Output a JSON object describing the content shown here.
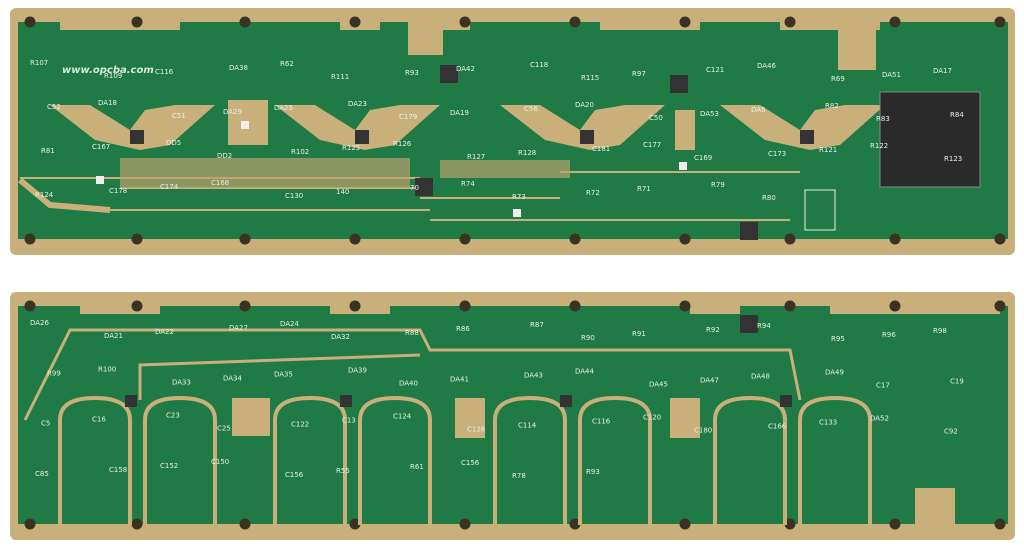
{
  "watermark": "www.opcba.com",
  "colors": {
    "substrate": "#1f7a45",
    "copper_gold": "#c9b07a",
    "hole": "#3a3324",
    "silkscreen": "#e8efe8"
  },
  "top_board": {
    "labels": [
      "R107",
      "R109",
      "C116",
      "DA38",
      "R62",
      "R111",
      "R93",
      "DA42",
      "C118",
      "R115",
      "R97",
      "C121",
      "DA46",
      "R69",
      "DA51",
      "DA17",
      "C52",
      "DA18",
      "C51",
      "DA29",
      "DA25",
      "DA23",
      "C179",
      "DA19",
      "C56",
      "DA20",
      "C50",
      "DA53",
      "DA6",
      "R82",
      "R83",
      "R84",
      "R81",
      "C167",
      "DD5",
      "DD2",
      "R102",
      "R125",
      "R126",
      "R127",
      "R128",
      "C181",
      "C177",
      "C169",
      "C173",
      "R121",
      "R122",
      "R123",
      "R124",
      "C178",
      "C174",
      "C168",
      "C130",
      "140",
      "70",
      "R74",
      "R73",
      "R72",
      "R71",
      "R79",
      "R80"
    ]
  },
  "bottom_board": {
    "labels": [
      "DA26",
      "DA21",
      "DA22",
      "DA27",
      "DA24",
      "DA32",
      "R88",
      "R86",
      "R87",
      "R90",
      "R91",
      "R92",
      "R94",
      "R95",
      "R96",
      "R98",
      "R99",
      "R100",
      "DA33",
      "DA34",
      "DA35",
      "DA39",
      "DA40",
      "DA41",
      "DA43",
      "DA44",
      "DA45",
      "DA47",
      "DA48",
      "DA49",
      "C17",
      "C19",
      "C5",
      "C16",
      "C23",
      "C25",
      "C122",
      "C13",
      "C124",
      "C126",
      "C114",
      "C116",
      "C120",
      "C180",
      "C166",
      "C133",
      "DA52",
      "C92",
      "C85",
      "C158",
      "C152",
      "C150",
      "C156",
      "R55",
      "R61",
      "C156",
      "R78",
      "R93"
    ]
  }
}
